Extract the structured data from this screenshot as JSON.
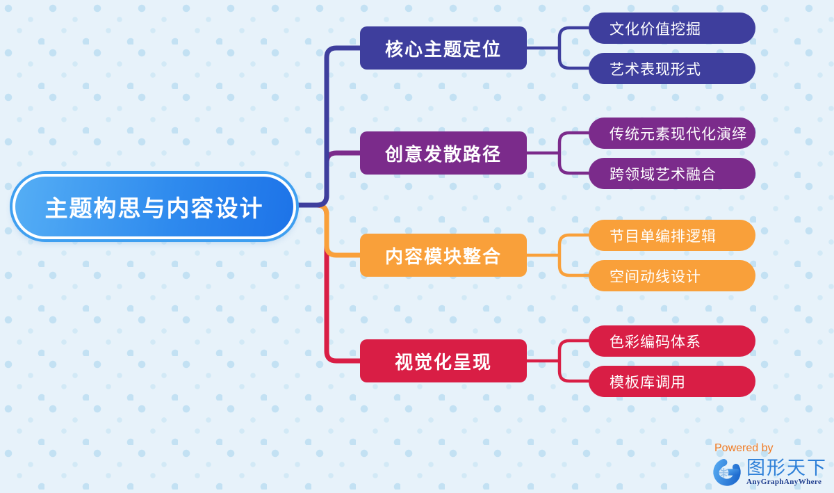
{
  "root": {
    "label": "主题构思与内容设计"
  },
  "branches": [
    {
      "label": "核心主题定位",
      "color": "#3e3e9d",
      "children": [
        "文化价值挖掘",
        "艺术表现形式"
      ]
    },
    {
      "label": "创意发散路径",
      "color": "#7b2b8b",
      "children": [
        "传统元素现代化演绎",
        "跨领域艺术融合"
      ]
    },
    {
      "label": "内容模块整合",
      "color": "#f9a03a",
      "children": [
        "节目单编排逻辑",
        "空间动线设计"
      ]
    },
    {
      "label": "视觉化呈现",
      "color": "#d91e45",
      "children": [
        "色彩编码体系",
        "模板库调用"
      ]
    }
  ],
  "footer": {
    "powered_by": "Powered by",
    "brand_name": "图形天下",
    "brand_tagline": "AnyGraphAnyWhere",
    "powered_by_color": "#f07a22",
    "brand_color": "#2e80d8"
  },
  "colors": {
    "background": "#e7f2fa",
    "background_dots": "#c3e1f3",
    "root_fill_start": "#55aef5",
    "root_fill_end": "#1d73e8",
    "root_outer_ring": "#3f9ff0",
    "root_inner_ring": "#ffffff"
  }
}
